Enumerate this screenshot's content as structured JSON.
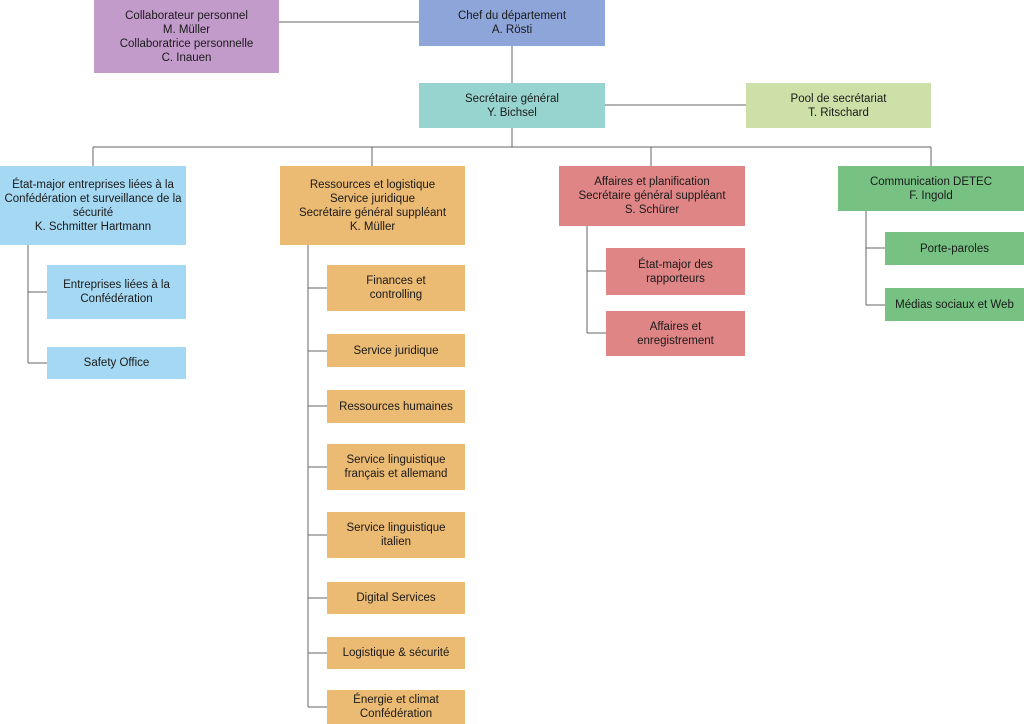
{
  "chart": {
    "top": {
      "collaborators": {
        "lines": [
          "Collaborateur personnel",
          "M. Müller",
          "Collaboratrice personnelle",
          "C. Inauen"
        ],
        "color": "#c39bcb"
      },
      "head": {
        "lines": [
          "Chef du département",
          "A. Rösti"
        ],
        "color": "#8da5d8"
      },
      "secretary_general": {
        "lines": [
          "Secrétaire général",
          "Y. Bichsel"
        ],
        "color": "#98d4cf"
      },
      "secretariat_pool": {
        "lines": [
          "Pool de secrétariat",
          "T. Ritschard"
        ],
        "color": "#cde0a8"
      }
    },
    "divisions": [
      {
        "lines": [
          "État-major entreprises liées à la",
          "Confédération et surveillance de la",
          "sécurité",
          "K. Schmitter Hartmann"
        ],
        "color": "#a5d8f2",
        "units": [
          {
            "lines": [
              "Entreprises liées à la",
              "Confédération"
            ]
          },
          {
            "lines": [
              "Safety Office"
            ]
          }
        ]
      },
      {
        "lines": [
          "Ressources et logistique",
          "Service juridique",
          "Secrétaire général suppléant",
          "K. Müller"
        ],
        "color": "#ebba73",
        "units": [
          {
            "lines": [
              "Finances et",
              "controlling"
            ]
          },
          {
            "lines": [
              "Service juridique"
            ]
          },
          {
            "lines": [
              "Ressources humaines"
            ]
          },
          {
            "lines": [
              "Service linguistique",
              "français et allemand"
            ]
          },
          {
            "lines": [
              "Service linguistique",
              "italien"
            ]
          },
          {
            "lines": [
              "Digital Services"
            ]
          },
          {
            "lines": [
              "Logistique & sécurité"
            ]
          },
          {
            "lines": [
              "Énergie et climat",
              "Confédération"
            ]
          }
        ]
      },
      {
        "lines": [
          "Affaires et planification",
          "Secrétaire général suppléant",
          "S. Schürer"
        ],
        "color": "#df8585",
        "units": [
          {
            "lines": [
              "État-major des",
              "rapporteurs"
            ]
          },
          {
            "lines": [
              "Affaires et enregistrement"
            ]
          }
        ]
      },
      {
        "lines": [
          "Communication DETEC",
          "F. Ingold"
        ],
        "color": "#77c283",
        "units": [
          {
            "lines": [
              "Porte-paroles"
            ]
          },
          {
            "lines": [
              "Médias sociaux et Web"
            ]
          }
        ]
      }
    ]
  }
}
